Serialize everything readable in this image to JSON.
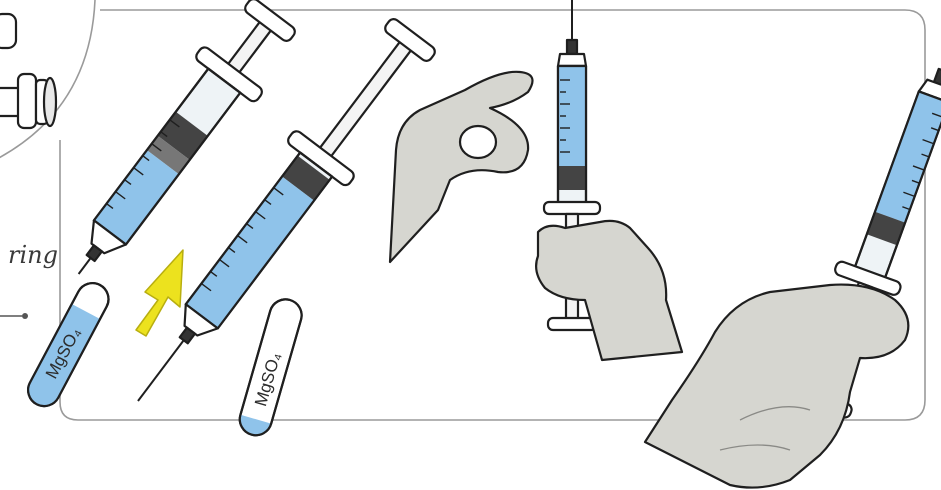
{
  "caption_fragment": "ring",
  "vial_label_1": "MgSO₄",
  "vial_label_2": "MgSO₄",
  "colors": {
    "liquid_blue": "#8fc3ea",
    "glove_gray": "#d6d6d0",
    "arrow_yellow": "#ece21e",
    "frame_gray": "#9a9a9a"
  }
}
